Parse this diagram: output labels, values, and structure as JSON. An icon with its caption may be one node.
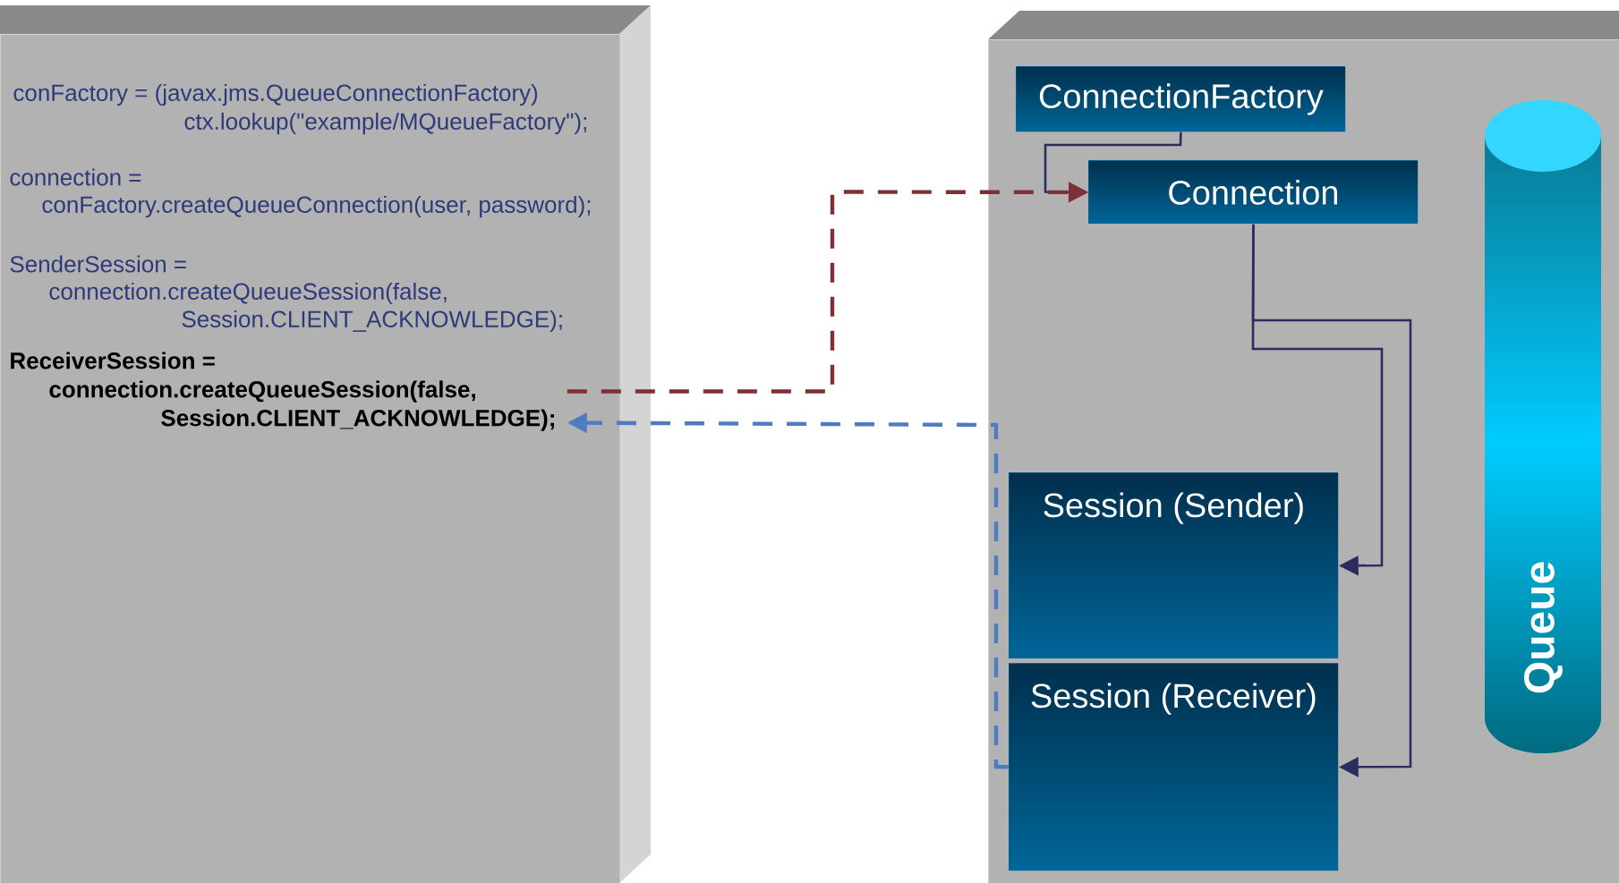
{
  "diagram": {
    "nodes": [
      {
        "text": [],
        "shape": "box"
      },
      {
        "text": [
          "ReceiverSession =",
          "connection.createQueueSession(false,",
          "Session.CLIENT_ACKNOWLEDGE);"
        ],
        "in": 0
      },
      {
        "text": [],
        "shape": "box"
      },
      {
        "text": [
          "ConnectionFactory"
        ],
        "in": 2
      },
      {
        "text": [
          "Connection"
        ],
        "in": 2
      },
      {
        "text": [
          "Session (Sender)"
        ],
        "in": 2
      },
      {
        "text": [
          "Session (Receiver)"
        ],
        "in": 2
      },
      {
        "text": [
          "Queue"
        ],
        "in": 2
      }
    ],
    "edges": [
      {
        "from": 3,
        "to": 4,
        "arrow": "to"
      },
      {
        "from": 4,
        "to": 5,
        "arrow": "to"
      },
      {
        "from": 4,
        "to": 6,
        "arrow": "to"
      },
      {
        "from": 1,
        "to": 4,
        "arrow": "to",
        "style": "dashed",
        "color": "#7f3035"
      },
      {
        "from": 6,
        "to": 1,
        "arrow": "to",
        "style": "dashed",
        "color": "#4f7cc0"
      }
    ],
    "labels": [
      "conFactory = (javax.jms.QueueConnectionFactory)",
      "ctx.lookup(\"example/MQueueFactory\");",
      "connection =",
      "conFactory.createQueueConnection(user, password);",
      "SenderSession =",
      "connection.createQueueSession(false,",
      "Session.CLIENT_ACKNOWLEDGE);"
    ]
  }
}
